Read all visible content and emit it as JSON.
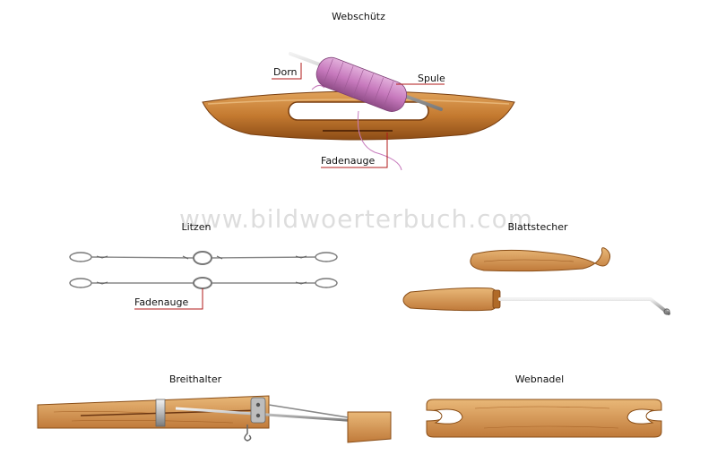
{
  "watermark": "www.bildwoerterbuch.com",
  "sections": {
    "webschuetz": {
      "title": "Webschütz",
      "labels": {
        "dorn": "Dorn",
        "spule": "Spule",
        "fadenauge": "Fadenauge"
      }
    },
    "litzen": {
      "title": "Litzen",
      "labels": {
        "fadenauge": "Fadenauge"
      }
    },
    "blattstecher": {
      "title": "Blattstecher"
    },
    "breithalter": {
      "title": "Breithalter"
    },
    "webnadel": {
      "title": "Webnadel"
    }
  },
  "colors": {
    "wood": "#c9863e",
    "wood_dark": "#8a4e17",
    "leader": "#b01818",
    "thread": "#c77bbd"
  }
}
